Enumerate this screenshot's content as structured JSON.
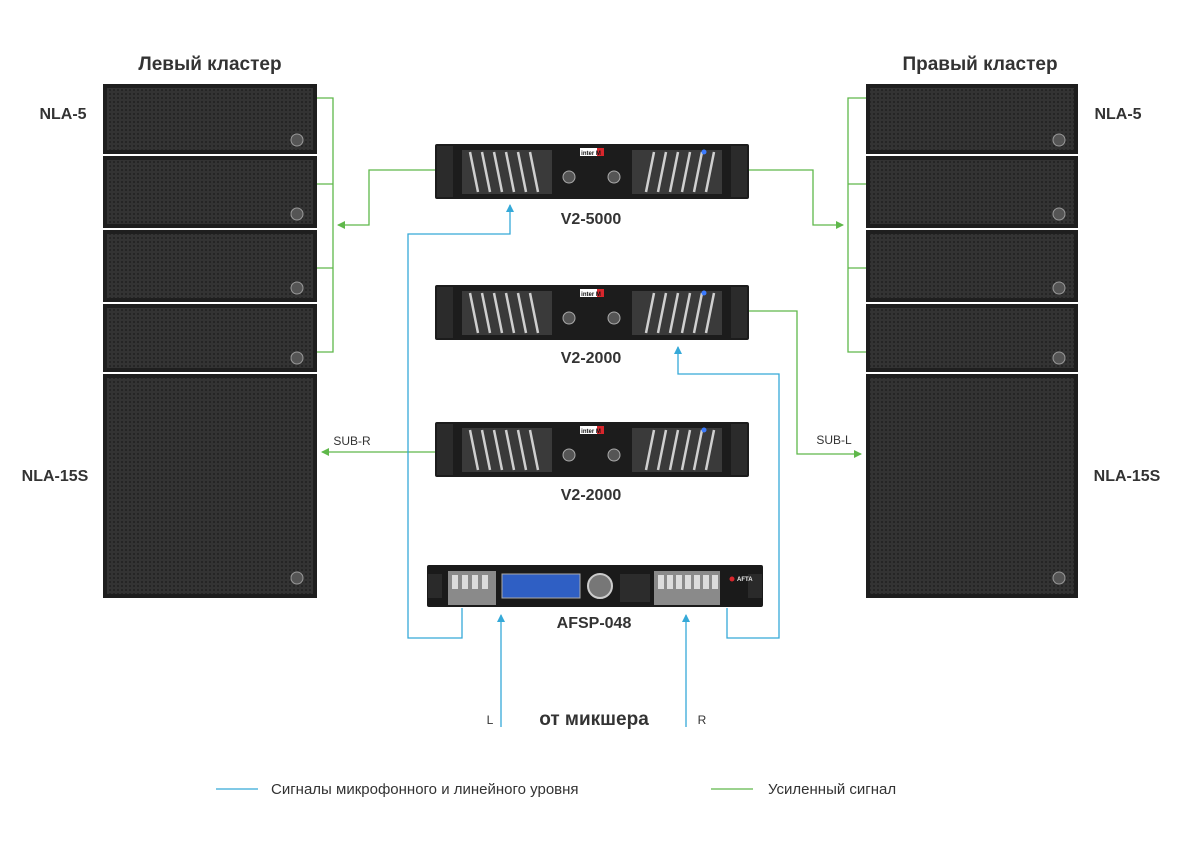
{
  "left_cluster": {
    "title": "Левый кластер",
    "top_label": "NLA-5",
    "sub_label": "NLA-15S",
    "sub_signal": "SUB-R"
  },
  "right_cluster": {
    "title": "Правый кластер",
    "top_label": "NLA-5",
    "sub_label": "NLA-15S",
    "sub_signal": "SUB-L"
  },
  "amplifiers": [
    {
      "label": "V2-5000",
      "brand": "inter M"
    },
    {
      "label": "V2-2000",
      "brand": "inter M"
    },
    {
      "label": "V2-2000",
      "brand": "inter M"
    }
  ],
  "processor": {
    "label": "AFSP-048",
    "brand": "AFTA"
  },
  "mixer": {
    "label": "от микшера",
    "left": "L",
    "right": "R"
  },
  "legend": [
    {
      "label": "Сигналы микрофонного и линейного уровня",
      "color": "#35a9d8"
    },
    {
      "label": "Усиленный сигнал",
      "color": "#5fb84a"
    }
  ],
  "colors": {
    "amplified": "#5fb84a",
    "line_level": "#35a9d8",
    "cabinet": "#2e2e2e"
  }
}
